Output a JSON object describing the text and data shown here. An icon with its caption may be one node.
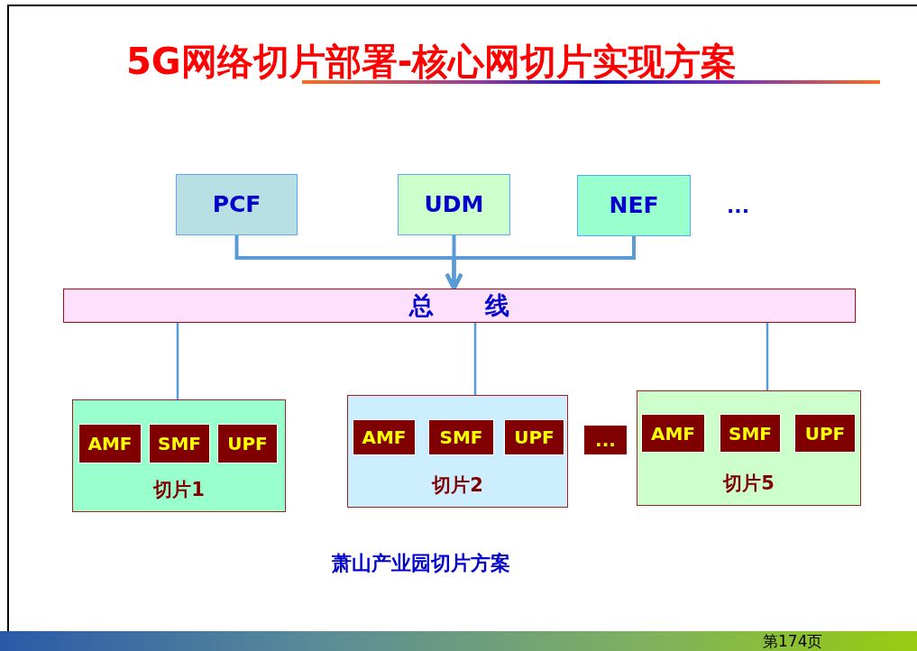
{
  "diagram": {
    "title": "5G网络切片部署-核心网切片实现方案",
    "caption": "萧山产业园切片方案",
    "nodes": [
      {
        "text": [
          "PCF"
        ]
      },
      {
        "text": [
          "UDM"
        ]
      },
      {
        "text": [
          "NEF"
        ]
      },
      {
        "text": [
          "总 线"
        ]
      },
      {
        "text": [
          "切片1"
        ]
      },
      {
        "text": [
          "AMF"
        ],
        "in": 4
      },
      {
        "text": [
          "SMF"
        ],
        "in": 4
      },
      {
        "text": [
          "UPF"
        ],
        "in": 4
      },
      {
        "text": [
          "切片2"
        ]
      },
      {
        "text": [
          "AMF"
        ],
        "in": 8
      },
      {
        "text": [
          "SMF"
        ],
        "in": 8
      },
      {
        "text": [
          "UPF"
        ],
        "in": 8
      },
      {
        "text": [
          "..."
        ]
      },
      {
        "text": [
          "切片5"
        ]
      },
      {
        "text": [
          "AMF"
        ],
        "in": 13
      },
      {
        "text": [
          "SMF"
        ],
        "in": 13
      },
      {
        "text": [
          "UPF"
        ],
        "in": 13
      }
    ],
    "edges": [
      {
        "from": 0,
        "to": 3,
        "arrow": "to"
      },
      {
        "from": 1,
        "to": 3,
        "arrow": "to"
      },
      {
        "from": 2,
        "to": 3,
        "arrow": "to"
      },
      {
        "from": 3,
        "to": 4,
        "arrow": "none"
      },
      {
        "from": 3,
        "to": 8,
        "arrow": "none"
      },
      {
        "from": 3,
        "to": 13,
        "arrow": "none"
      }
    ],
    "labels": [
      "...",
      "第174页"
    ]
  }
}
